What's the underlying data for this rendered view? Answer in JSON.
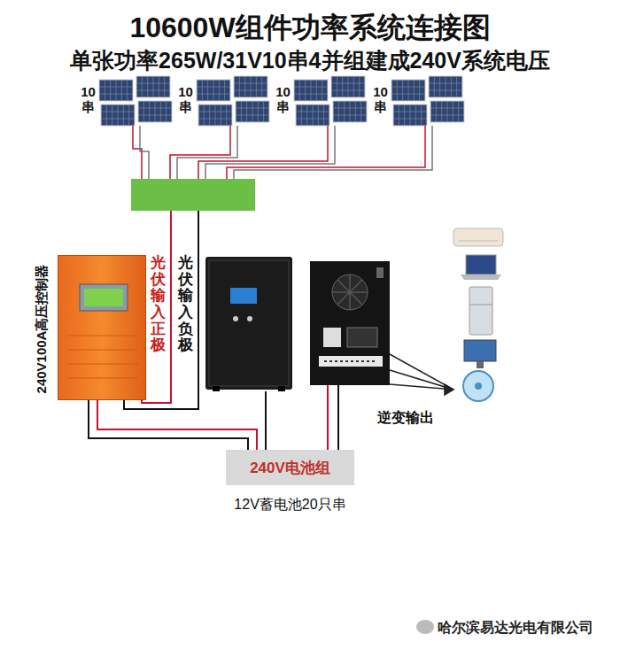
{
  "diagram": {
    "title": "10600W组件功率系统连接图",
    "nodes": [
      {
        "text": [
          "10串"
        ]
      },
      {
        "text": [
          "10串"
        ]
      },
      {
        "text": [
          "10串"
        ]
      },
      {
        "text": [
          "10串"
        ]
      },
      {
        "text": [
          "240V100A高压控制器"
        ]
      },
      {
        "text": [
          "240V电池组",
          "12V蓄电池20只串"
        ]
      }
    ],
    "edges": [
      {
        "from": 4,
        "to": 5,
        "arrow": "none"
      }
    ],
    "labels": [
      "单张功率265W/31V10串4并组建成240V系统电压",
      "光伏输入正极",
      "光伏输入负极",
      "逆变输出",
      "哈尔滨易达光电有限公司"
    ]
  }
}
